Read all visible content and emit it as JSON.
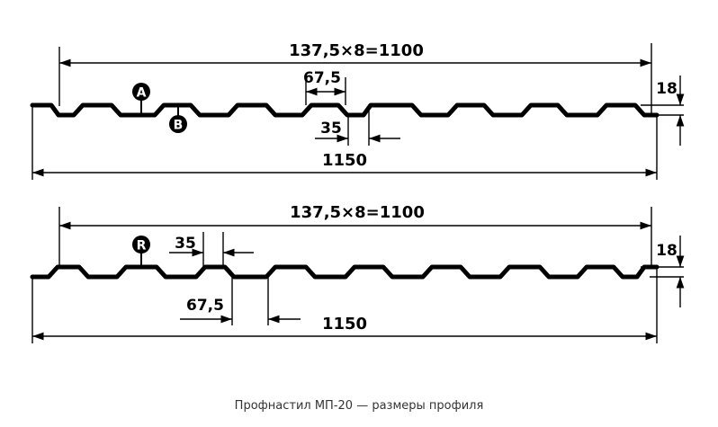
{
  "caption": "Профнастил МП-20 — размеры профиля",
  "profile_a": {
    "total_dim": "137,5×8=1100",
    "top_width": "67,5",
    "bottom_width": "35",
    "height": "18",
    "overall": "1150",
    "markers": [
      "A",
      "B"
    ]
  },
  "profile_r": {
    "total_dim": "137,5×8=1100",
    "top_width": "35",
    "bottom_width": "67,5",
    "height": "18",
    "overall": "1150",
    "markers": [
      "R"
    ]
  }
}
